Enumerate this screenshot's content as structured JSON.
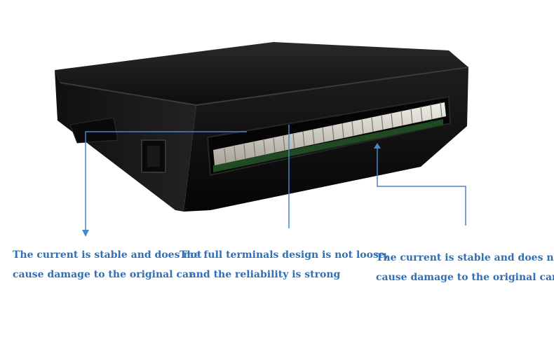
{
  "callouts": [
    {
      "line1": "The current is stable and does not",
      "line2": "cause damage to the original car"
    },
    {
      "line1": "The full terminals design is not loose,",
      "line2": "and the reliability is strong"
    },
    {
      "line1": "The current is stable and does not",
      "line2": "cause damage to the original car"
    }
  ],
  "colors": {
    "callout_text": "#2f6fb8",
    "callout_line": "#4a86c8",
    "device_body": "#141414",
    "terminal": "#d9d6cf"
  },
  "icons": {
    "arrow": "arrow-down-icon",
    "device": "control-box-image"
  }
}
